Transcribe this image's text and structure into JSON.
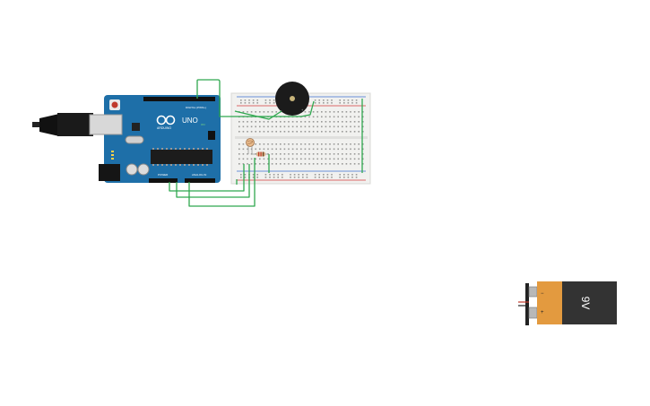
{
  "workspace": {
    "arduino": {
      "logo_text": "ARDUINO",
      "model_text": "UNO",
      "digital_header_text": "DIGITAL (PWM~)",
      "power_header_text": "POWER",
      "analog_header_text": "ANALOG IN",
      "on_label": "ON"
    },
    "battery": {
      "voltage_label": "9V",
      "plus_sign": "+",
      "minus_sign": "−"
    }
  },
  "colors": {
    "wire": "#2fa84f",
    "arduino_board": "#1e6fa8",
    "battery_orange": "#e39a3f",
    "battery_body": "#333333",
    "breadboard": "#f1f1ef",
    "rail_red": "#d23b3b",
    "rail_blue": "#3b6fd2"
  }
}
